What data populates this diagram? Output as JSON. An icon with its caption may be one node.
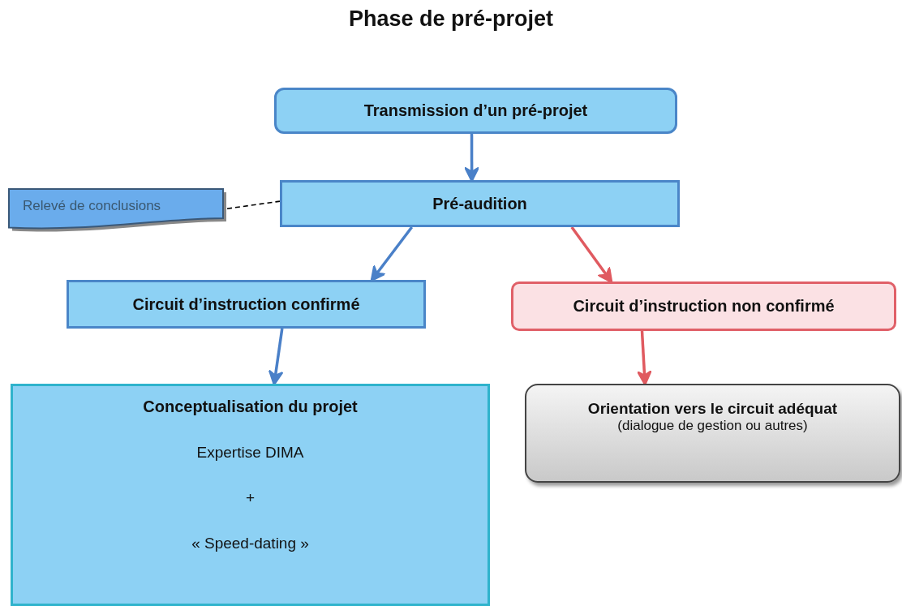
{
  "diagram": {
    "title": "Phase de pré-projet",
    "nodes": [
      {
        "text": [
          "Transmission d’un pré-projet"
        ]
      },
      {
        "text": [
          "Relevé de conclusions"
        ]
      },
      {
        "text": [
          "Pré-audition"
        ]
      },
      {
        "text": [
          "Circuit d’instruction confirmé"
        ]
      },
      {
        "text": [
          "Circuit d’instruction non confirmé"
        ]
      },
      {
        "text": [
          "Conceptualisation du projet",
          "Expertise DIMA",
          "+",
          "« Speed-dating »"
        ]
      },
      {
        "text": [
          "Orientation vers le circuit adéquat",
          "(dialogue de gestion ou autres)"
        ]
      }
    ],
    "edges": [
      {
        "from": 0,
        "to": 2,
        "arrow": "to"
      },
      {
        "from": 1,
        "to": 2,
        "arrow": "none",
        "style": "dashed",
        "color": "#000000"
      },
      {
        "from": 2,
        "to": 3,
        "arrow": "to"
      },
      {
        "from": 2,
        "to": 4,
        "arrow": "to",
        "color": "#e05a60"
      },
      {
        "from": 3,
        "to": 5,
        "arrow": "to"
      },
      {
        "from": 4,
        "to": 6,
        "arrow": "to",
        "color": "#e05a60"
      }
    ]
  }
}
